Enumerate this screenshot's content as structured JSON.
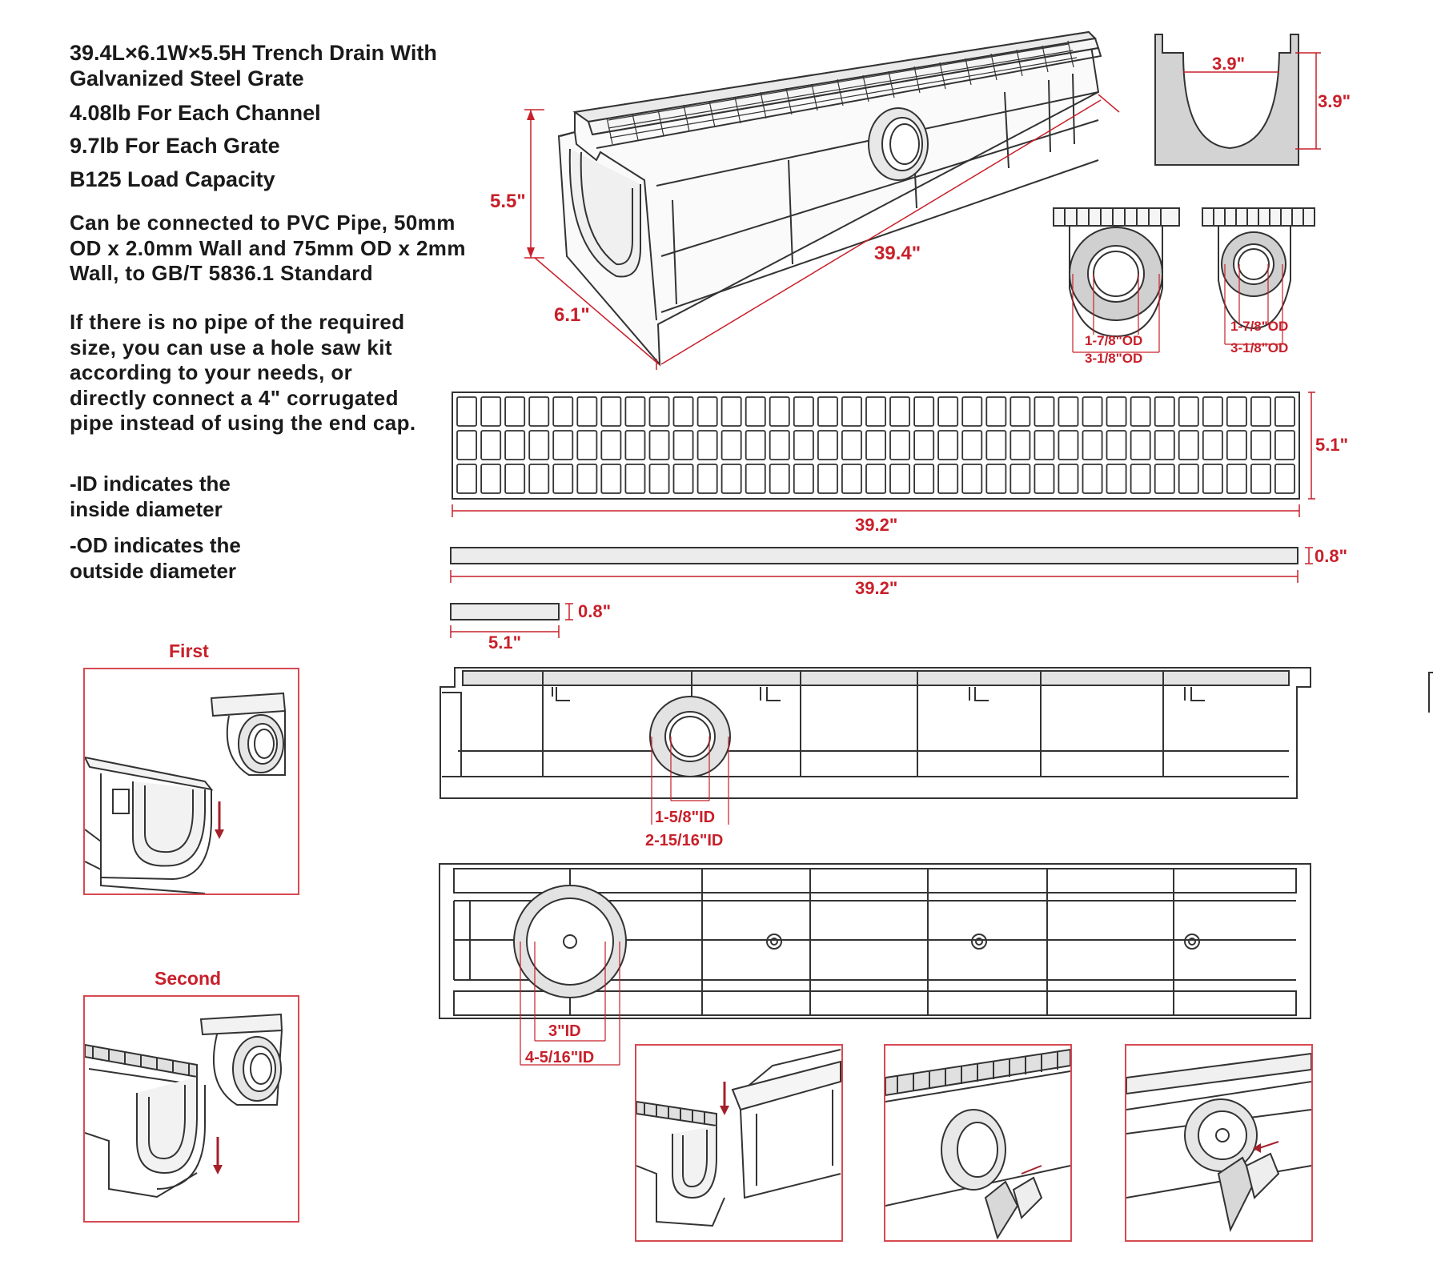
{
  "specs": {
    "title_line1": "39.4L×6.1W×5.5H Trench Drain With",
    "title_line2": "Galvanized Steel Grate",
    "channel_weight": "4.08lb For Each Channel",
    "grate_weight": "9.7lb For Each Grate",
    "load": "B125 Load Capacity"
  },
  "pvc_text": "Can be connected to PVC Pipe, 50mm\nOD x 2.0mm Wall and 75mm OD x 2mm\nWall, to GB/T 5836.1 Standard",
  "pipe_text": "If there is no pipe of the required\nsize, you can use a hole saw kit\naccording to your needs, or\ndirectly connect a 4\" corrugated\npipe instead of using the end cap.",
  "notes": {
    "id_note": "-ID indicates the\n inside diameter",
    "od_note": "-OD indicates the\n outside diameter"
  },
  "steps": {
    "first": "First",
    "second": "Second"
  },
  "dimensions": {
    "height": "5.5\"",
    "length": "39.4\"",
    "width": "6.1\"",
    "end_width": "3.9\"",
    "end_height": "3.9\"",
    "cap_large_inner": "1-7/8\"OD",
    "cap_large_outer": "3-1/8\"OD",
    "cap_small_inner": "1-7/8\"OD",
    "cap_small_outer": "3-1/8\"OD",
    "grate_width": "5.1\"",
    "grate_length": "39.2\"",
    "bar_thickness": "0.8\"",
    "bar_length": "39.2\"",
    "crossbar_thickness": "0.8\"",
    "crossbar_length": "5.1\"",
    "side_inner": "1-5/8\"ID",
    "side_outer": "2-15/16\"ID",
    "bottom_inner": "3\"ID",
    "bottom_outer": "4-5/16\"ID"
  },
  "colors": {
    "accent": "#c8202a",
    "frame": "#d64a52",
    "line": "#333333",
    "fill": "#e6e6e6"
  }
}
